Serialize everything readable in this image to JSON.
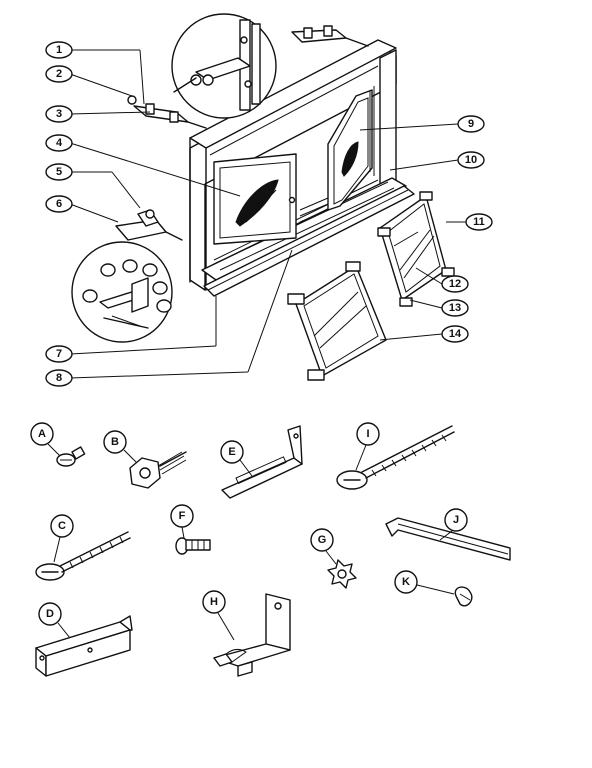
{
  "corner_mark": "",
  "callouts": [
    "1",
    "2",
    "3",
    "4",
    "5",
    "6",
    "7",
    "8",
    "9",
    "10",
    "11",
    "12",
    "13",
    "14"
  ],
  "hardware": {
    "A": "A",
    "B": "B",
    "C": "C",
    "D": "D",
    "E": "E",
    "F": "F",
    "G": "G",
    "H": "H",
    "I": "I",
    "J": "J",
    "K": "K"
  }
}
